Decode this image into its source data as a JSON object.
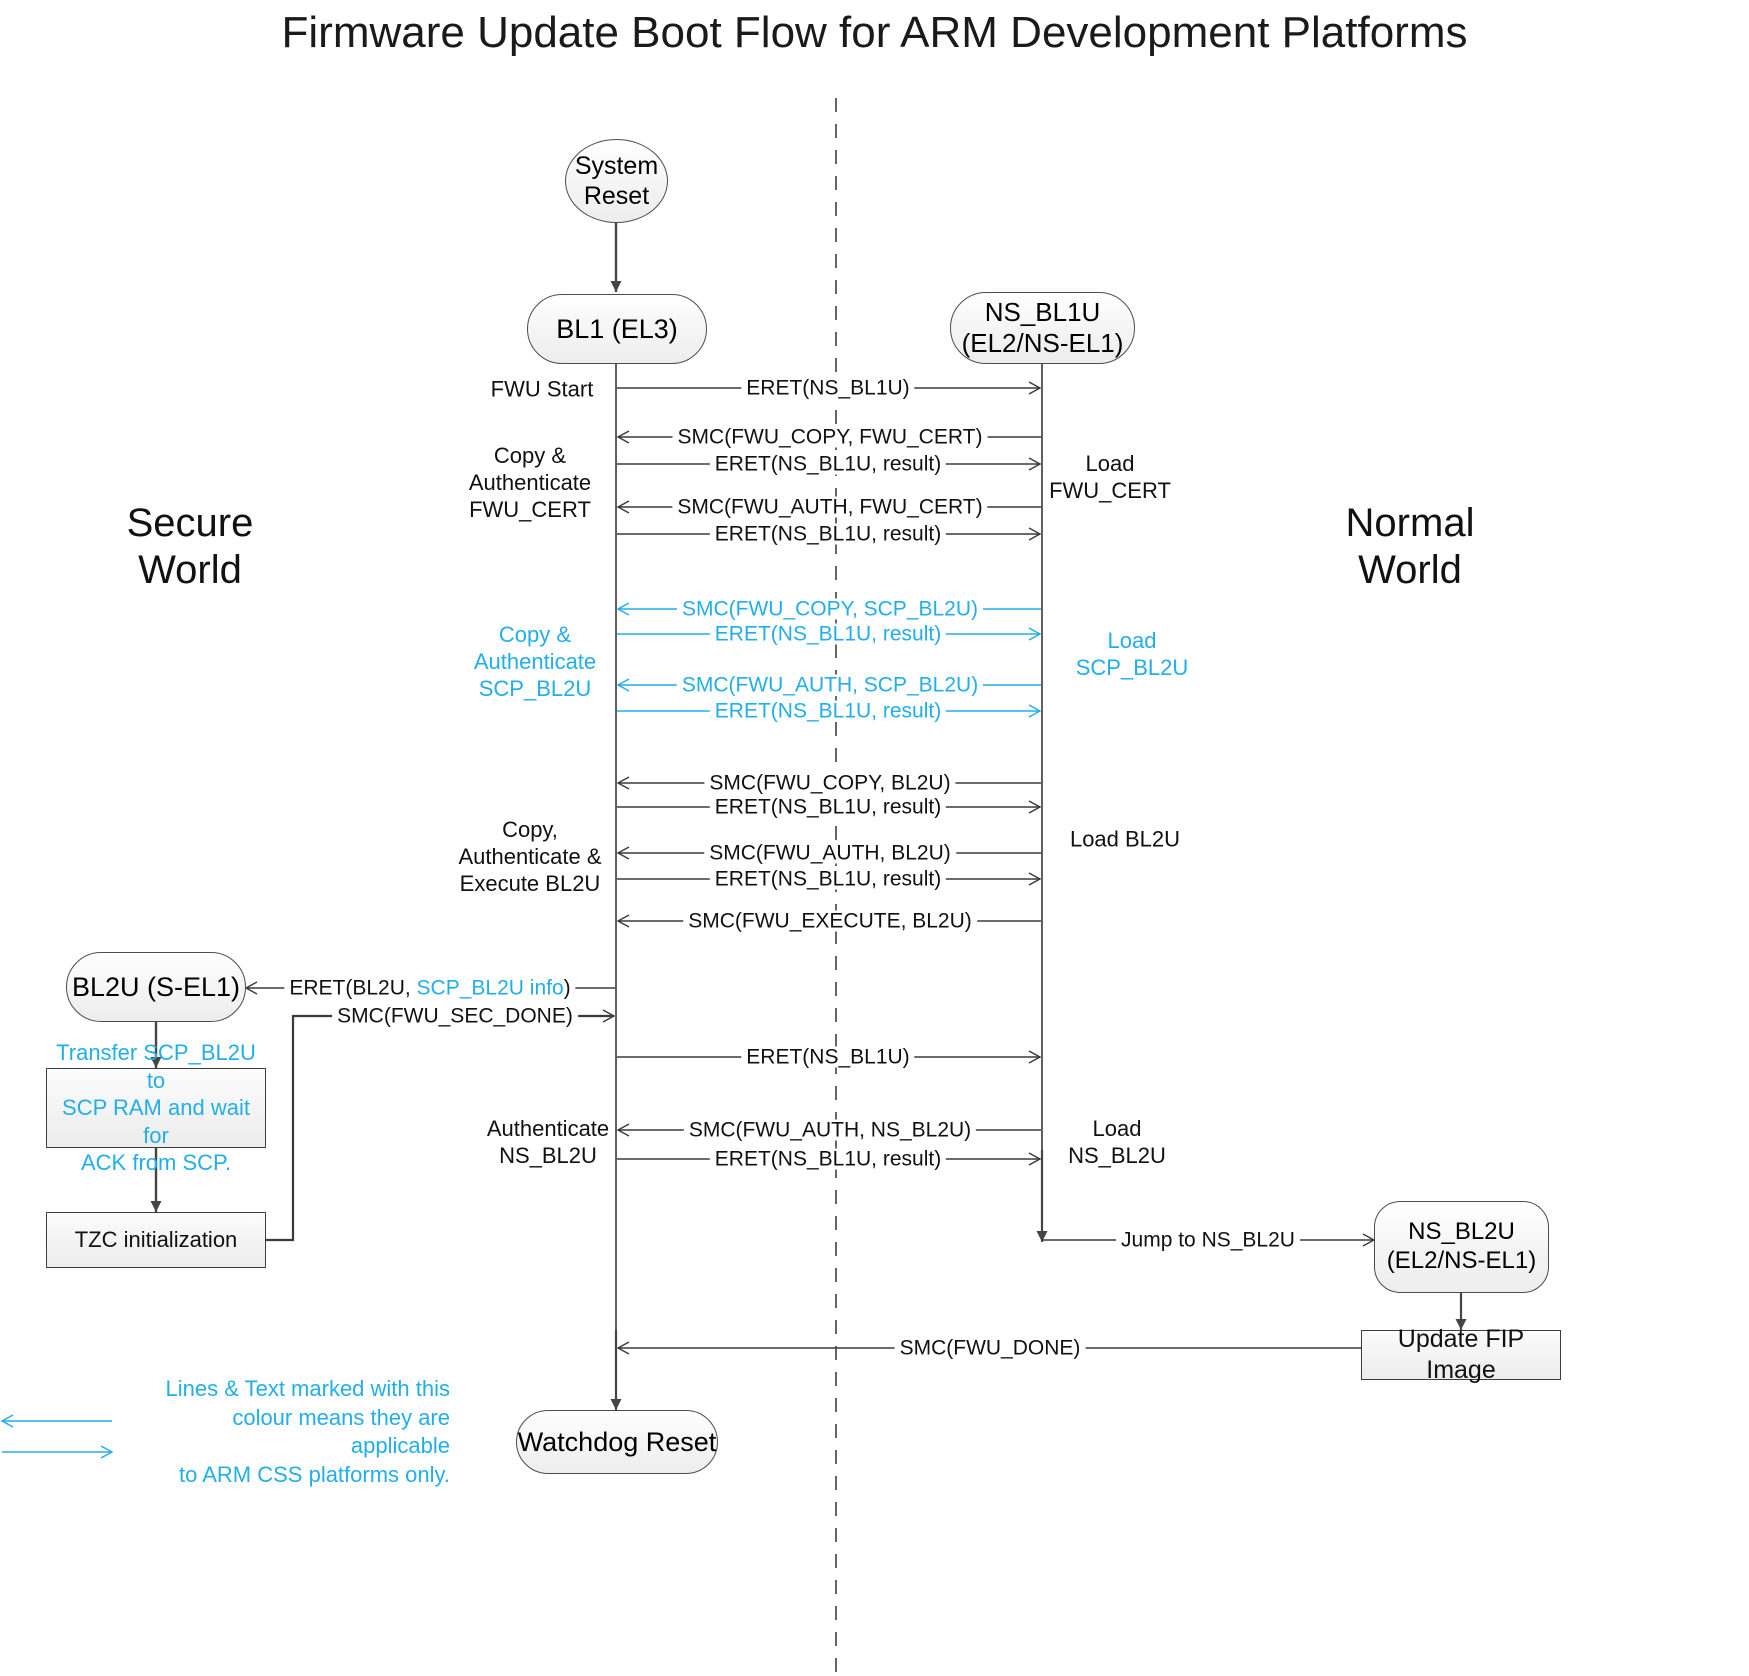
{
  "title": "Firmware Update Boot Flow for ARM Development Platforms",
  "colors": {
    "accent_cyan": "#22AEE8",
    "line_black": "#3a3a3a",
    "node_border": "#4d4d4d",
    "background": "#ffffff"
  },
  "worlds": {
    "secure": "Secure\nWorld",
    "normal": "Normal\nWorld"
  },
  "nodes": {
    "system_reset": "System\nReset",
    "bl1": "BL1\n(EL3)",
    "ns_bl1u": "NS_BL1U\n(EL2/NS-EL1)",
    "bl2u": "BL2U\n(S-EL1)",
    "ns_bl2u": "NS_BL2U\n(EL2/NS-EL1)",
    "watchdog_reset": "Watchdog Reset",
    "transfer_note": "Transfer SCP_BL2U to\nSCP RAM and wait for\nACK from SCP.",
    "tzc_init": "TZC initialization",
    "update_fip": "Update FIP Image"
  },
  "messages": [
    {
      "id": "m1",
      "label": "ERET(NS_BL1U)",
      "dir": "right",
      "color": "black"
    },
    {
      "id": "m2",
      "label": "SMC(FWU_COPY, FWU_CERT)",
      "dir": "left",
      "color": "black"
    },
    {
      "id": "m3",
      "label": "ERET(NS_BL1U, result)",
      "dir": "right",
      "color": "black"
    },
    {
      "id": "m4",
      "label": "SMC(FWU_AUTH, FWU_CERT)",
      "dir": "left",
      "color": "black"
    },
    {
      "id": "m5",
      "label": "ERET(NS_BL1U, result)",
      "dir": "right",
      "color": "black"
    },
    {
      "id": "m6",
      "label": "SMC(FWU_COPY, SCP_BL2U)",
      "dir": "left",
      "color": "cyan"
    },
    {
      "id": "m7",
      "label": "ERET(NS_BL1U, result)",
      "dir": "right",
      "color": "cyan"
    },
    {
      "id": "m8",
      "label": "SMC(FWU_AUTH, SCP_BL2U)",
      "dir": "left",
      "color": "cyan"
    },
    {
      "id": "m9",
      "label": "ERET(NS_BL1U, result)",
      "dir": "right",
      "color": "cyan"
    },
    {
      "id": "m10",
      "label": "SMC(FWU_COPY, BL2U)",
      "dir": "left",
      "color": "black"
    },
    {
      "id": "m11",
      "label": "ERET(NS_BL1U, result)",
      "dir": "right",
      "color": "black"
    },
    {
      "id": "m12",
      "label": "SMC(FWU_AUTH, BL2U)",
      "dir": "left",
      "color": "black"
    },
    {
      "id": "m13",
      "label": "ERET(NS_BL1U, result)",
      "dir": "right",
      "color": "black"
    },
    {
      "id": "m14",
      "label": "SMC(FWU_EXECUTE, BL2U)",
      "dir": "left",
      "color": "black"
    },
    {
      "id": "m15",
      "label": "ERET(BL2U, ",
      "label_cyan": "SCP_BL2U info",
      "label_tail": ")",
      "dir": "left",
      "color": "mixed"
    },
    {
      "id": "m16",
      "label": "SMC(FWU_SEC_DONE)",
      "dir": "right",
      "color": "black"
    },
    {
      "id": "m17",
      "label": "ERET(NS_BL1U)",
      "dir": "right",
      "color": "black"
    },
    {
      "id": "m18",
      "label": "SMC(FWU_AUTH, NS_BL2U)",
      "dir": "left",
      "color": "black"
    },
    {
      "id": "m19",
      "label": "ERET(NS_BL1U, result)",
      "dir": "right",
      "color": "black"
    },
    {
      "id": "m20",
      "label": "Jump to NS_BL2U",
      "dir": "right",
      "color": "black"
    },
    {
      "id": "m21",
      "label": "SMC(FWU_DONE)",
      "dir": "left",
      "color": "black"
    }
  ],
  "side_labels": {
    "fwu_start": "FWU Start",
    "copy_auth_fwu_cert": "Copy &\nAuthenticate\nFWU_CERT",
    "copy_auth_scp_bl2u": "Copy &\nAuthenticate\nSCP_BL2U",
    "copy_auth_exec_bl2u": "Copy,\nAuthenticate &\nExecute BL2U",
    "authenticate_ns_bl2u": "Authenticate\nNS_BL2U",
    "load_fwu_cert": "Load\nFWU_CERT",
    "load_scp_bl2u": "Load\nSCP_BL2U",
    "load_bl2u": "Load BL2U",
    "load_ns_bl2u": "Load\nNS_BL2U"
  },
  "legend": {
    "text": "Lines & Text marked with this\ncolour means they are applicable\nto ARM CSS platforms only."
  }
}
